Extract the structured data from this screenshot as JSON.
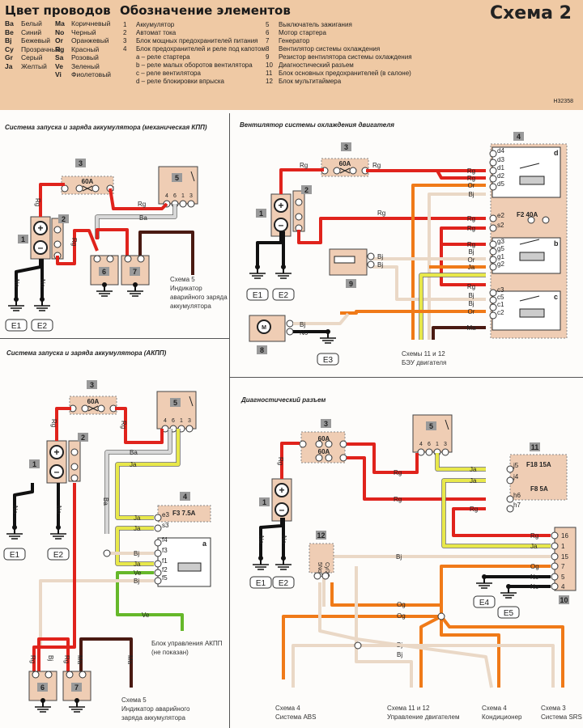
{
  "header": {
    "wire_colors_title": "Цвет проводов",
    "wire_colors": [
      {
        "code": "Ba",
        "name": "Белый"
      },
      {
        "code": "Be",
        "name": "Синий"
      },
      {
        "code": "Bj",
        "name": "Бежевый"
      },
      {
        "code": "Cy",
        "name": "Прозрачный"
      },
      {
        "code": "Gr",
        "name": "Серый"
      },
      {
        "code": "Ja",
        "name": "Желтый"
      },
      {
        "code": "Ma",
        "name": "Коричневый"
      },
      {
        "code": "No",
        "name": "Черный"
      },
      {
        "code": "Or",
        "name": "Оранжевый"
      },
      {
        "code": "Rg",
        "name": "Красный"
      },
      {
        "code": "Sa",
        "name": "Розовый"
      },
      {
        "code": "Ve",
        "name": "Зеленый"
      },
      {
        "code": "Vi",
        "name": "Фиолетовый"
      }
    ],
    "elements_title": "Обозначение элементов",
    "elements": [
      {
        "n": "1",
        "text": "Аккумулятор"
      },
      {
        "n": "2",
        "text": "Автомат тока"
      },
      {
        "n": "3",
        "text": "Блок мощных предохранителей питания"
      },
      {
        "n": "4",
        "text": "Блок предохранителей и реле под капотом"
      },
      {
        "n": "",
        "text": "a – реле стартера"
      },
      {
        "n": "",
        "text": "b – реле малых оборотов вентилятора"
      },
      {
        "n": "",
        "text": "c – реле вентилятора"
      },
      {
        "n": "",
        "text": "d – реле блокировки впрыска"
      }
    ],
    "elements2": [
      {
        "n": "5",
        "text": "Выключатель зажигания"
      },
      {
        "n": "6",
        "text": "Мотор стартера"
      },
      {
        "n": "7",
        "text": "Генератор"
      },
      {
        "n": "8",
        "text": "Вентилятор системы охлаждения"
      },
      {
        "n": "9",
        "text": "Резистор вентилятора системы охлаждения"
      },
      {
        "n": "10",
        "text": "Диагностический разъем"
      },
      {
        "n": "11",
        "text": "Блок основных предохранителей (в салоне)"
      },
      {
        "n": "12",
        "text": "Блок мультитаймера"
      }
    ],
    "scheme_title": "Схема 2",
    "drawing_code": "H32358"
  },
  "colors": {
    "Rg": "#e0231c",
    "Ba": "#d8d8d8",
    "Bj": "#ead8c6",
    "Ja": "#e8e84a",
    "Ma": "#4a1a12",
    "No": "#111111",
    "Or": "#f07a18",
    "Og": "#f07a18",
    "Ve": "#66b82a",
    "box": "#efcdb4",
    "header_bg": "#efc9a4"
  },
  "sections": {
    "manual": {
      "title": "Система запуска и заряда аккумулятора (механическая КПП)",
      "fuse": "60A",
      "note": [
        "Схема 5",
        "Индикатор",
        "аварийного заряда",
        "аккумулятора"
      ]
    },
    "fan": {
      "title": "Вентилятор системы охлаждения двигателя",
      "fuse": "60A",
      "f2": "F2 40A",
      "note": [
        "Схемы 11 и 12",
        "БЭУ двигателя"
      ]
    },
    "auto": {
      "title": "Система запуска и заряда аккумулятора (АКПП)",
      "fuse": "60A",
      "f3": "F3 7.5A",
      "note_akpp": [
        "Блок управления АКПП",
        "(не показан)"
      ],
      "note": [
        "Схема 5",
        "Индикатор аварийного",
        "заряда аккумулятора"
      ]
    },
    "diag": {
      "title": "Диагностический разъем",
      "fuse1": "60A",
      "fuse2": "60A",
      "f18": "F18 15A",
      "f8": "F8 5A",
      "timer_label": [
        "5No/7",
        "Cy/25"
      ],
      "notes": [
        [
          "Схема 4",
          "Система ABS"
        ],
        [
          "Схема 11 и 12",
          "Управление двигателем"
        ],
        [
          "Схема 4",
          "Кондиционер"
        ],
        [
          "Схема 3",
          "Система SRS"
        ]
      ]
    }
  },
  "labels": {
    "ground": [
      "E1",
      "E2",
      "E3",
      "E4",
      "E5"
    ],
    "switch_pins": [
      "4",
      "6",
      "1",
      "3"
    ],
    "relay_d_pins": [
      "d4",
      "d3",
      "d1",
      "d2",
      "d5"
    ],
    "relay_e_pins": [
      "e2",
      "s2"
    ],
    "relay_b_pins": [
      "g3",
      "g5",
      "g1",
      "g2"
    ],
    "relay_c_pins": [
      "c3",
      "c5",
      "c1",
      "c2"
    ],
    "relay_a_pins": [
      "e3",
      "s3",
      "f4",
      "f3",
      "f1",
      "f2",
      "f5"
    ],
    "fuse11_pins": [
      "j5",
      "j4",
      "h6",
      "h7"
    ],
    "diag_pins": [
      "16",
      "1",
      "15",
      "7",
      "5",
      "4"
    ]
  }
}
